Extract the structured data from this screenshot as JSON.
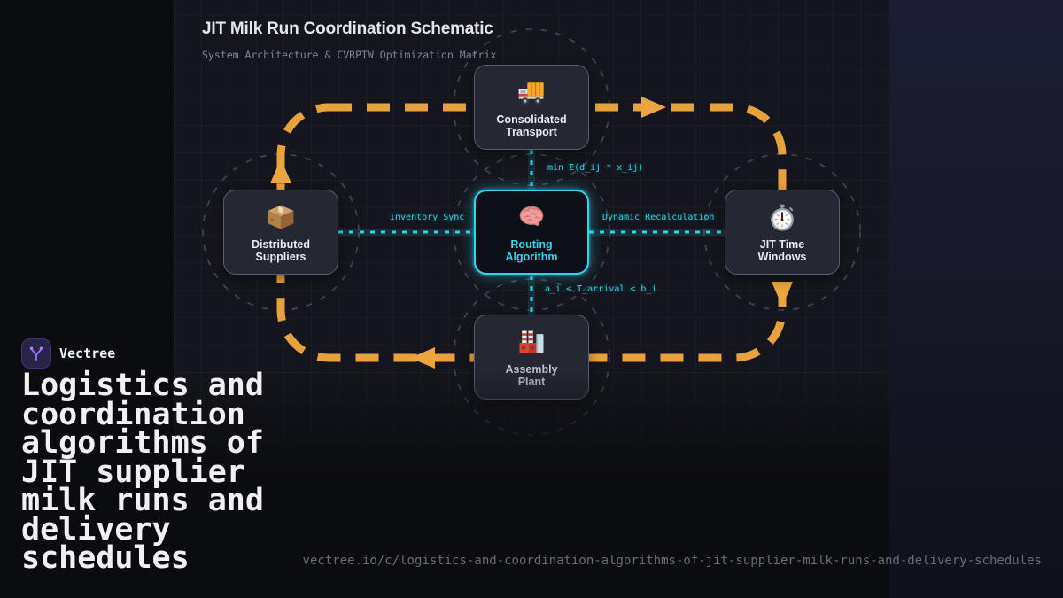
{
  "brand": {
    "name": "Vectree",
    "icon": "vectree-branch-icon",
    "accent_color": "#a06cf5"
  },
  "headline": "Logistics and\ncoordination\nalgorithms of\nJIT supplier\nmilk runs and\ndelivery\nschedules",
  "footer_url": "vectree.io/c/logistics-and-coordination-algorithms-of-jit-supplier-milk-runs-and-delivery-schedules",
  "diagram": {
    "title": "JIT Milk Run Coordination Schematic",
    "subtitle": "System Architecture & CVRPTW Optimization Matrix",
    "nodes": [
      {
        "id": "consolidated-transport",
        "label": "Consolidated\nTransport",
        "icon": "truck-icon"
      },
      {
        "id": "distributed-suppliers",
        "label": "Distributed\nSuppliers",
        "icon": "package-icon"
      },
      {
        "id": "routing-algorithm",
        "label": "Routing\nAlgorithm",
        "icon": "brain-icon",
        "highlighted": true
      },
      {
        "id": "jit-time-windows",
        "label": "JIT Time\nWindows",
        "icon": "stopwatch-icon"
      },
      {
        "id": "assembly-plant",
        "label": "Assembly\nPlant",
        "icon": "factory-icon"
      }
    ],
    "edge_labels": {
      "transport_to_routing": "min Σ(d_ij * x_ij)",
      "suppliers_to_routing": "Inventory Sync",
      "routing_to_timewindows": "Dynamic Recalculation",
      "routing_to_assembly": "a_i < T_arrival < b_i"
    },
    "colors": {
      "milk_run_loop": "#e8a23c",
      "data_link": "#2ed3ee",
      "highlight_border": "#2fd4ef",
      "node_border": "#5a5e70",
      "guide_circle": "#464a5c"
    }
  }
}
